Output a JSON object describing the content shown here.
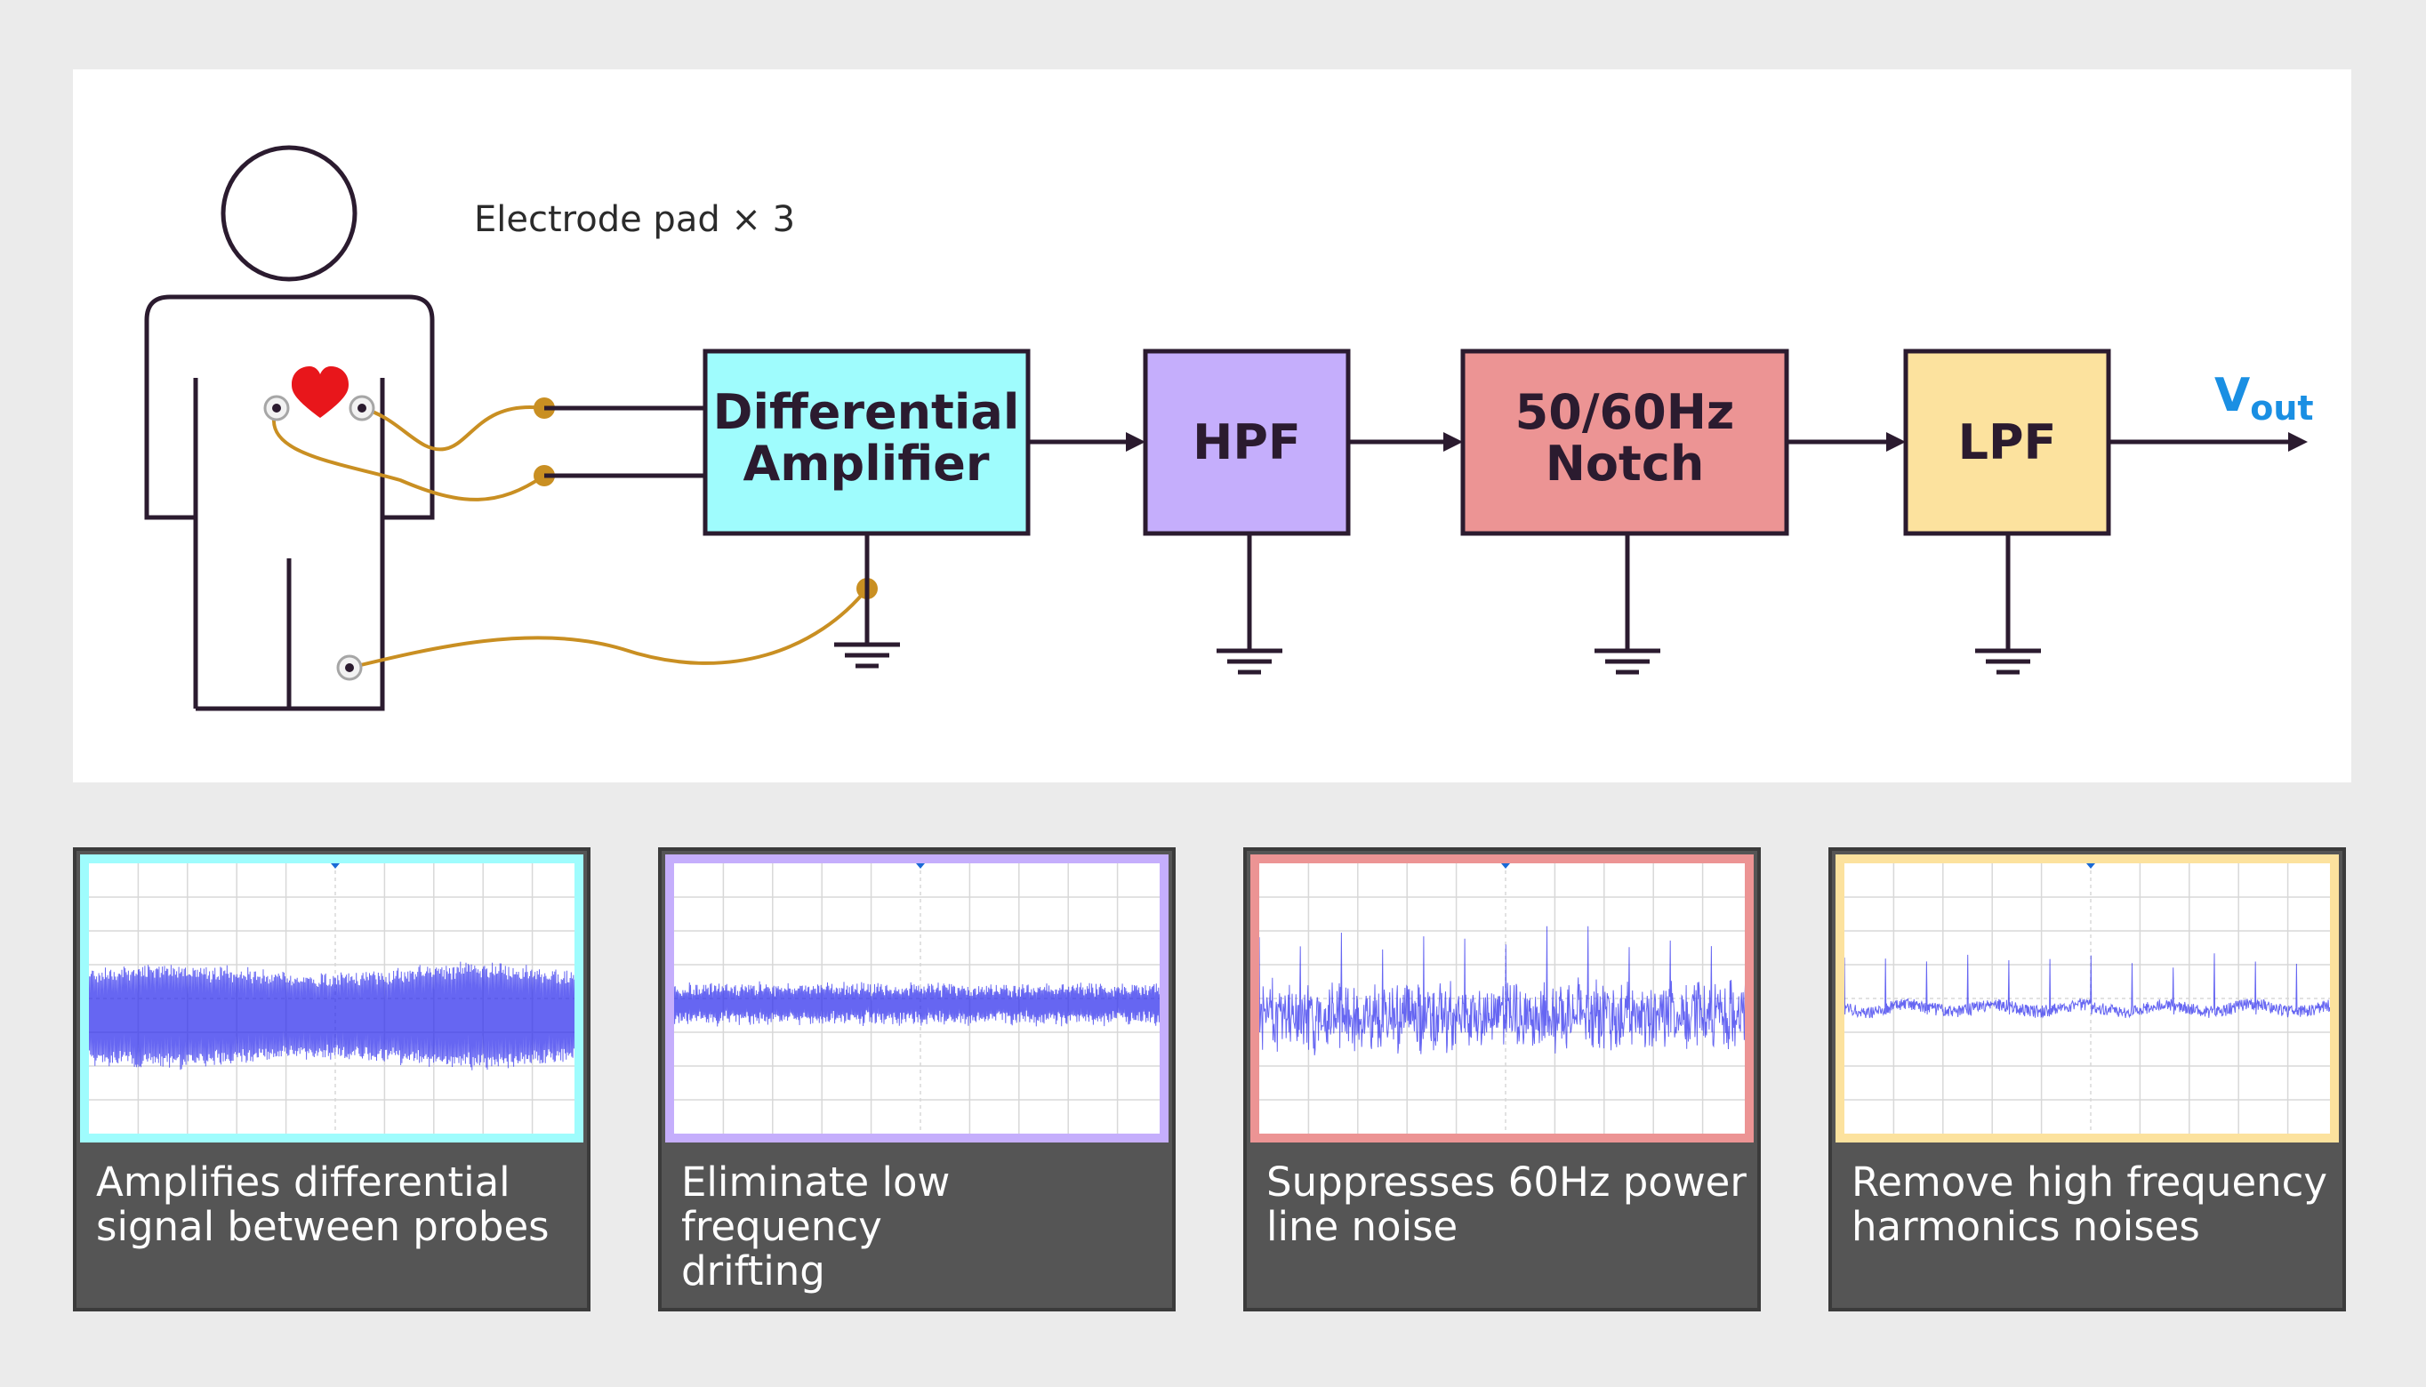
{
  "diagram": {
    "electrode_label": "Electrode pad × 3",
    "blocks": [
      {
        "id": "diff-amp",
        "lines": [
          "Differential",
          "Amplifier"
        ],
        "color": "#9ffcfd"
      },
      {
        "id": "hpf",
        "lines": [
          "HPF"
        ],
        "color": "#c5aefc"
      },
      {
        "id": "notch",
        "lines": [
          "50/60Hz",
          "Notch"
        ],
        "color": "#ec9494"
      },
      {
        "id": "lpf",
        "lines": [
          "LPF"
        ],
        "color": "#fce29e"
      }
    ],
    "output": {
      "main": "V",
      "sub": "out",
      "color": "#1a8fe3"
    },
    "wire_color": "#c98f22",
    "line_color": "#2b1b2f",
    "heart_color": "#e8161b"
  },
  "panels": [
    {
      "caption": "Amplifies differential\nsignal between probes",
      "border_color": "#9ffcfd",
      "signal": "amplified"
    },
    {
      "caption": "Eliminate low frequency\ndrifting",
      "border_color": "#c5aefc",
      "signal": "high-passed"
    },
    {
      "caption": "Suppresses 60Hz power\nline noise",
      "border_color": "#ec9494",
      "signal": "notched"
    },
    {
      "caption": "Remove high frequency\nharmonics noises",
      "border_color": "#fce29e",
      "signal": "low-passed"
    }
  ],
  "trace_color": "#3333ee"
}
